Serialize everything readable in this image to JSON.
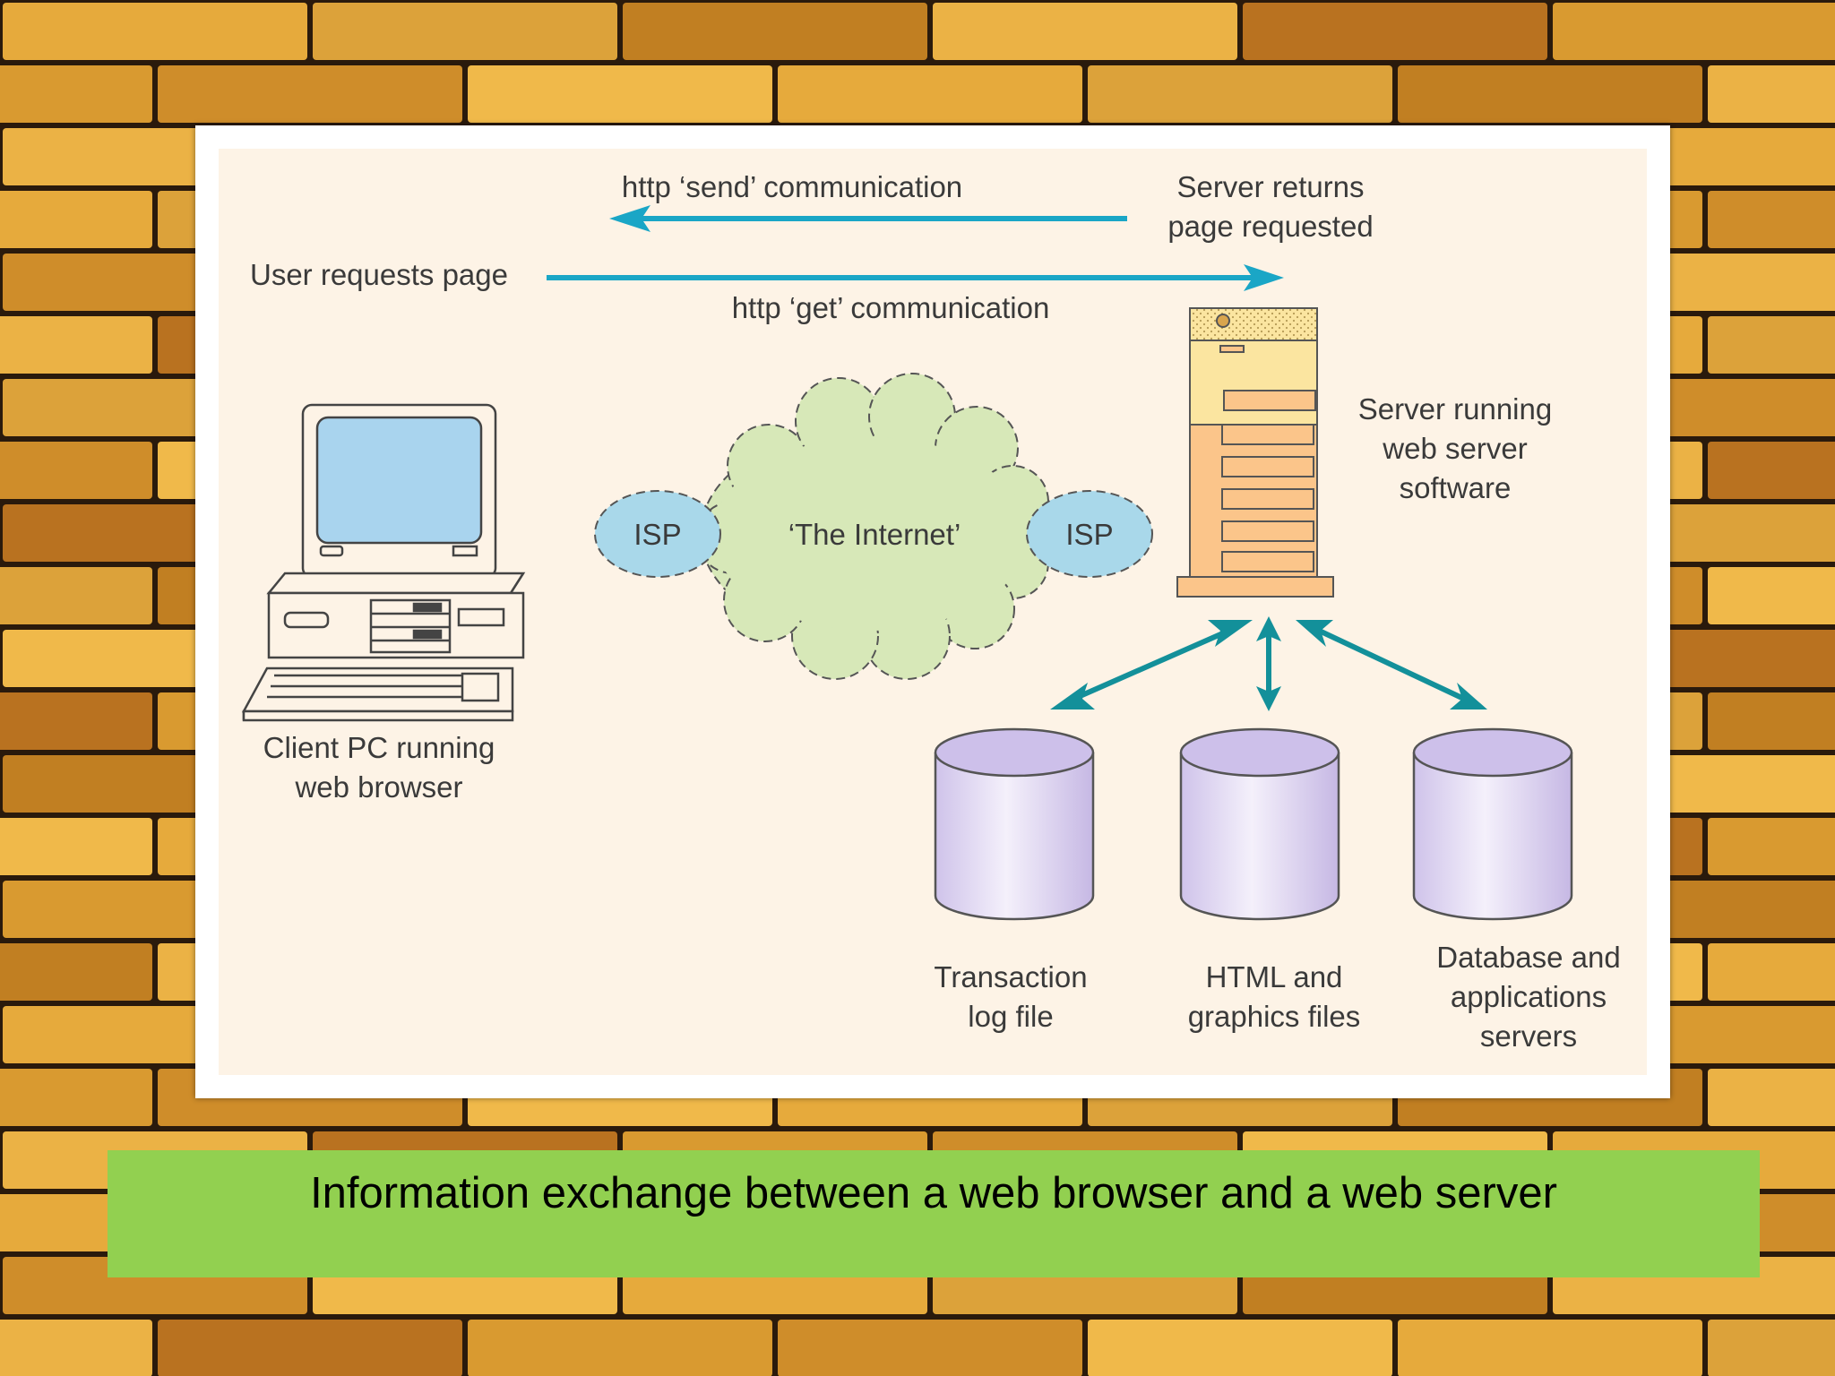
{
  "labels": {
    "http_send": "http ‘send’ communication",
    "server_returns_1": "Server returns",
    "server_returns_2": "page requested",
    "user_requests": "User requests page",
    "http_get": "http ‘get’ communication",
    "server_running_1": "Server running",
    "server_running_2": "web server",
    "server_running_3": "software",
    "isp_left": "ISP",
    "internet": "‘The Internet’",
    "isp_right": "ISP",
    "client_1": "Client PC running",
    "client_2": "web browser",
    "store_1_line1": "Transaction",
    "store_1_line2": "log file",
    "store_2_line1": "HTML and",
    "store_2_line2": "graphics files",
    "store_3_line1": "Database and",
    "store_3_line2": "applications",
    "store_3_line3": "servers"
  },
  "caption": "Information exchange between a web browser and a web server",
  "colors": {
    "arrow_cyan": "#1aa6c6",
    "arrow_teal": "#13909a",
    "cloud": "#d7e8b8",
    "isp": "#a9d8ea",
    "database": "#dcd3ef",
    "server_upper": "#fbe5a0",
    "server_lower": "#fbc58a",
    "diagram_bg": "#fdf3e6",
    "caption_bg": "#92d050"
  }
}
